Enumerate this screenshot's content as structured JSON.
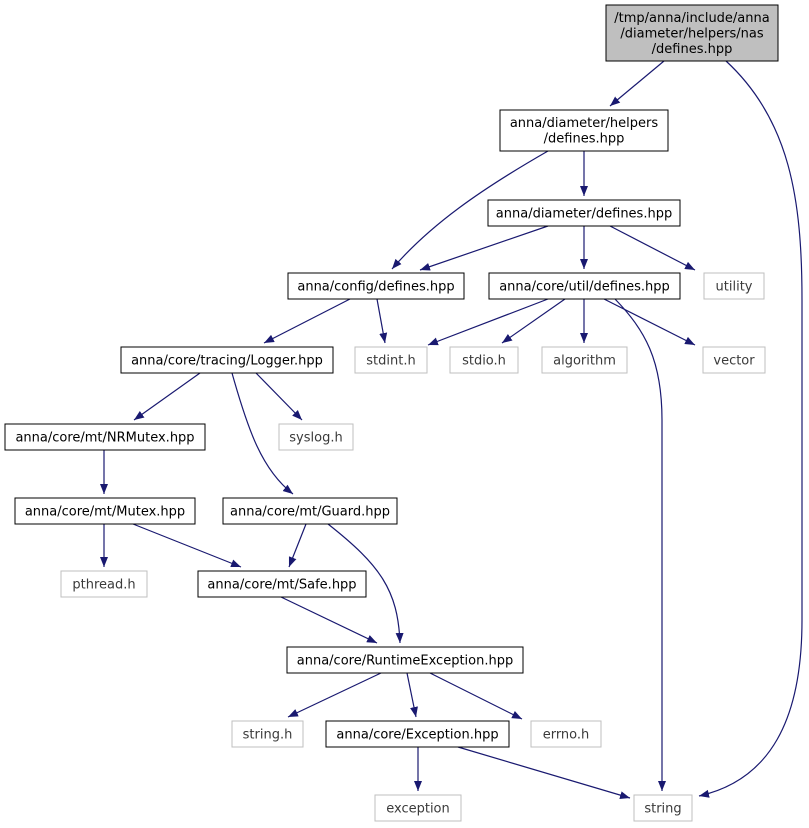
{
  "colors": {
    "root_fill": "#bfbfbf",
    "node_border": "#000000",
    "system_border": "#bfbfbf",
    "system_text": "#3a3a3a",
    "edge": "#191970"
  },
  "nodes": [
    {
      "id": "root",
      "kind": "root",
      "lines": [
        "/tmp/anna/include/anna",
        "/diameter/helpers/nas",
        "/defines.hpp"
      ]
    },
    {
      "id": "helpers_defines",
      "kind": "file",
      "lines": [
        "anna/diameter/helpers",
        "/defines.hpp"
      ]
    },
    {
      "id": "diameter_defines",
      "kind": "file",
      "lines": [
        "anna/diameter/defines.hpp"
      ]
    },
    {
      "id": "config_defines",
      "kind": "file",
      "lines": [
        "anna/config/defines.hpp"
      ]
    },
    {
      "id": "util_defines",
      "kind": "file",
      "lines": [
        "anna/core/util/defines.hpp"
      ]
    },
    {
      "id": "utility",
      "kind": "system",
      "lines": [
        "utility"
      ]
    },
    {
      "id": "logger",
      "kind": "file",
      "lines": [
        "anna/core/tracing/Logger.hpp"
      ]
    },
    {
      "id": "stdint",
      "kind": "system",
      "lines": [
        "stdint.h"
      ]
    },
    {
      "id": "stdio",
      "kind": "system",
      "lines": [
        "stdio.h"
      ]
    },
    {
      "id": "algorithm",
      "kind": "system",
      "lines": [
        "algorithm"
      ]
    },
    {
      "id": "vector",
      "kind": "system",
      "lines": [
        "vector"
      ]
    },
    {
      "id": "nrmutex",
      "kind": "file",
      "lines": [
        "anna/core/mt/NRMutex.hpp"
      ]
    },
    {
      "id": "syslog",
      "kind": "system",
      "lines": [
        "syslog.h"
      ]
    },
    {
      "id": "mutex",
      "kind": "file",
      "lines": [
        "anna/core/mt/Mutex.hpp"
      ]
    },
    {
      "id": "guard",
      "kind": "file",
      "lines": [
        "anna/core/mt/Guard.hpp"
      ]
    },
    {
      "id": "pthread",
      "kind": "system",
      "lines": [
        "pthread.h"
      ]
    },
    {
      "id": "safe",
      "kind": "file",
      "lines": [
        "anna/core/mt/Safe.hpp"
      ]
    },
    {
      "id": "runtime_exception",
      "kind": "file",
      "lines": [
        "anna/core/RuntimeException.hpp"
      ]
    },
    {
      "id": "string_h",
      "kind": "system",
      "lines": [
        "string.h"
      ]
    },
    {
      "id": "exception_hpp",
      "kind": "file",
      "lines": [
        "anna/core/Exception.hpp"
      ]
    },
    {
      "id": "errno",
      "kind": "system",
      "lines": [
        "errno.h"
      ]
    },
    {
      "id": "exception_std",
      "kind": "system",
      "lines": [
        "exception"
      ]
    },
    {
      "id": "string_std",
      "kind": "system",
      "lines": [
        "string"
      ]
    }
  ],
  "edges": [
    {
      "from": "root",
      "to": "helpers_defines"
    },
    {
      "from": "root",
      "to": "string_std"
    },
    {
      "from": "helpers_defines",
      "to": "diameter_defines"
    },
    {
      "from": "helpers_defines",
      "to": "config_defines"
    },
    {
      "from": "diameter_defines",
      "to": "config_defines"
    },
    {
      "from": "diameter_defines",
      "to": "util_defines"
    },
    {
      "from": "diameter_defines",
      "to": "utility"
    },
    {
      "from": "config_defines",
      "to": "logger"
    },
    {
      "from": "config_defines",
      "to": "stdint"
    },
    {
      "from": "util_defines",
      "to": "stdint"
    },
    {
      "from": "util_defines",
      "to": "stdio"
    },
    {
      "from": "util_defines",
      "to": "algorithm"
    },
    {
      "from": "util_defines",
      "to": "vector"
    },
    {
      "from": "util_defines",
      "to": "string_std"
    },
    {
      "from": "logger",
      "to": "nrmutex"
    },
    {
      "from": "logger",
      "to": "syslog"
    },
    {
      "from": "logger",
      "to": "guard"
    },
    {
      "from": "nrmutex",
      "to": "mutex"
    },
    {
      "from": "mutex",
      "to": "pthread"
    },
    {
      "from": "mutex",
      "to": "safe"
    },
    {
      "from": "guard",
      "to": "safe"
    },
    {
      "from": "guard",
      "to": "runtime_exception"
    },
    {
      "from": "safe",
      "to": "runtime_exception"
    },
    {
      "from": "runtime_exception",
      "to": "string_h"
    },
    {
      "from": "runtime_exception",
      "to": "exception_hpp"
    },
    {
      "from": "runtime_exception",
      "to": "errno"
    },
    {
      "from": "exception_hpp",
      "to": "exception_std"
    },
    {
      "from": "exception_hpp",
      "to": "string_std"
    }
  ]
}
